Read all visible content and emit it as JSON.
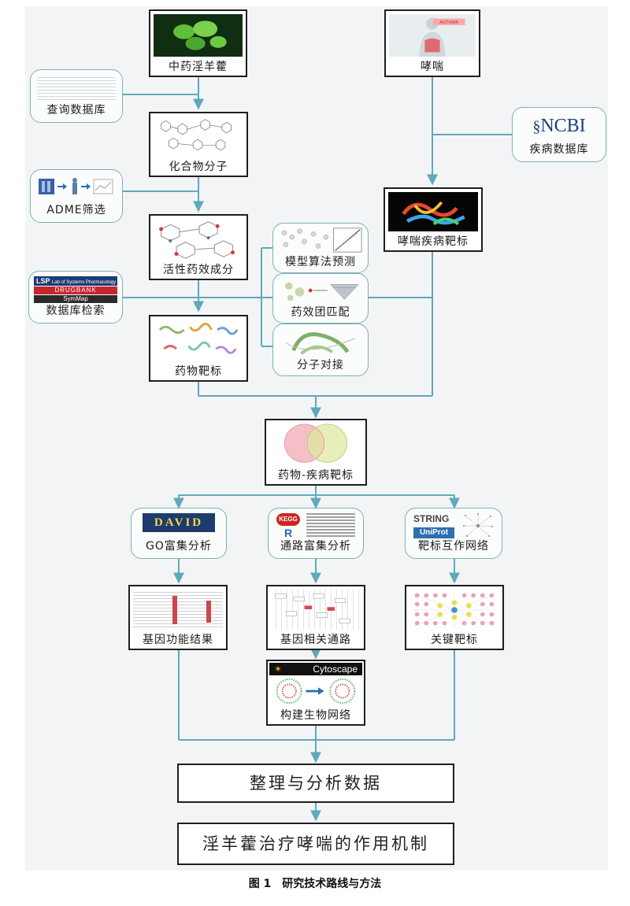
{
  "nodes": {
    "herb": "中药淫羊藿",
    "asthma": "哮喘",
    "asthma_banner": "ASTHMA",
    "query_db": "查询数据库",
    "ncbi_logo": "NCBI",
    "disease_db": "疾病数据库",
    "compounds": "化合物分子",
    "adme": "ADME筛选",
    "asthma_targets": "哮喘疾病靶标",
    "active": "活性药效成分",
    "model_predict": "模型算法预测",
    "db_search": "数据库检索",
    "lsp_logo": "LSP",
    "lsp_text": "Lab of Systems Pharmacology",
    "drugbank_logo": "DRUGBANK",
    "symmap_logo": "SymMap",
    "pharmacophore": "药效团匹配",
    "drug_targets": "药物靶标",
    "docking": "分子对接",
    "drug_disease": "药物-疾病靶标",
    "david_logo": "DAVID",
    "go": "GO富集分析",
    "kegg_logo": "KEGG",
    "r_logo": "R",
    "pathway": "通路富集分析",
    "string_logo": "STRING",
    "uniprot_logo": "UniProt",
    "ppi": "靶标互作网络",
    "gene_function": "基因功能结果",
    "gene_pathway": "基因相关通路",
    "key_targets": "关键靶标",
    "cytoscape_logo": "Cytoscape",
    "network": "构建生物网络",
    "organize": "整理与分析数据",
    "mechanism": "淫羊藿治疗哮喘的作用机制"
  },
  "caption": "图 1　研究技术路线与方法",
  "colors": {
    "connector": "#5ea9bd",
    "frame": "#1e1e1e",
    "rounded": "#7fb0b5",
    "background": "#f3f4f5"
  }
}
